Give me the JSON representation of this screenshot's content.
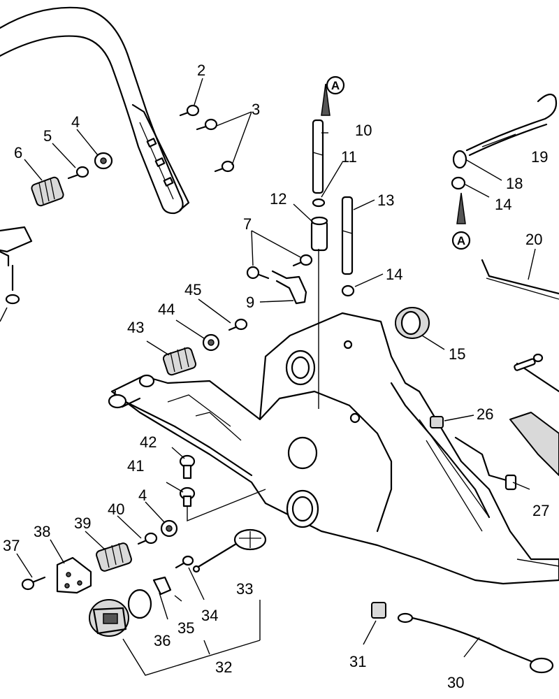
{
  "callouts": {
    "c2": "2",
    "c3": "3",
    "c4a": "4",
    "c4b": "4",
    "c5": "5",
    "c6": "6",
    "c7": "7",
    "c9": "9",
    "c10": "10",
    "c11": "11",
    "c12": "12",
    "c13": "13",
    "c14a": "14",
    "c14b": "14",
    "c15": "15",
    "c18": "18",
    "c19": "19",
    "c20": "20",
    "c26": "26",
    "c27": "27",
    "c30": "30",
    "c31": "31",
    "c32": "32",
    "c33": "33",
    "c34": "34",
    "c35": "35",
    "c36": "36",
    "c37": "37",
    "c38": "38",
    "c39": "39",
    "c40": "40",
    "c41": "41",
    "c42": "42",
    "c43": "43",
    "c44": "44",
    "c45": "45"
  },
  "references": {
    "top": "A",
    "bottom": "A"
  }
}
